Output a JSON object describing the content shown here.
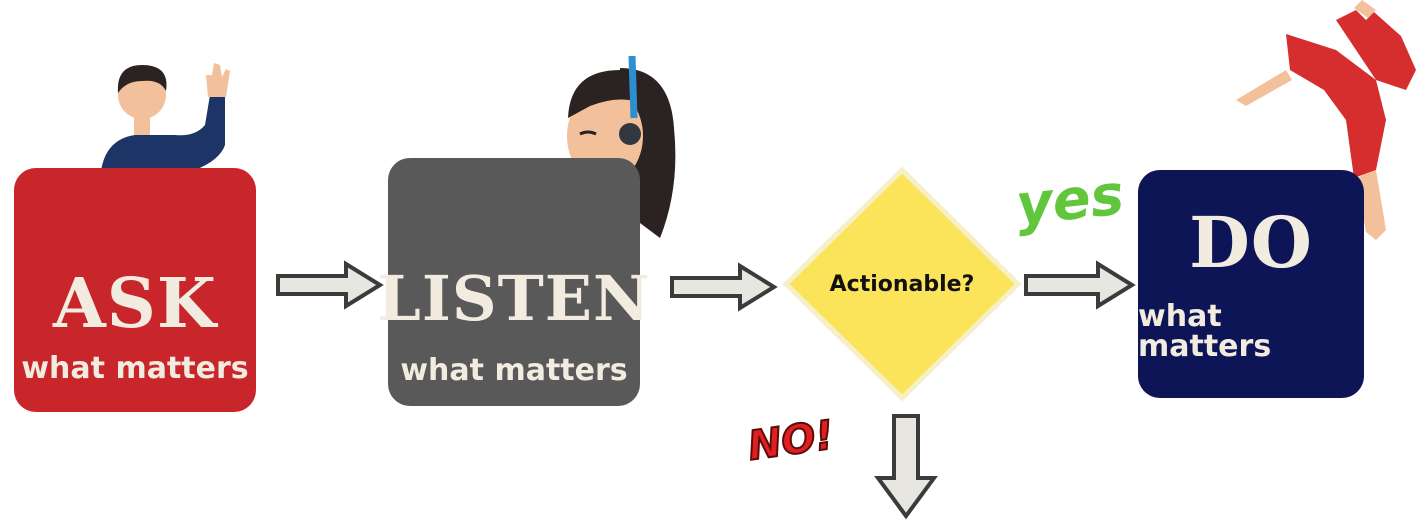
{
  "steps": {
    "ask": {
      "title": "ASK",
      "subtitle": "what matters"
    },
    "listen": {
      "title": "LISTEN",
      "subtitle": "what matters"
    },
    "decision": {
      "label": "Actionable?"
    },
    "do": {
      "title": "DO",
      "subtitle": "what matters"
    }
  },
  "branches": {
    "yes": "yes",
    "no": "NO!"
  },
  "colors": {
    "ask": "#c8262a",
    "listen": "#595959",
    "decision": "#fbe35a",
    "do": "#0e1556",
    "yes": "#62c63c",
    "no": "#e02020"
  },
  "icons": [
    "waving-man-icon",
    "headset-woman-icon",
    "yoga-woman-icon"
  ]
}
